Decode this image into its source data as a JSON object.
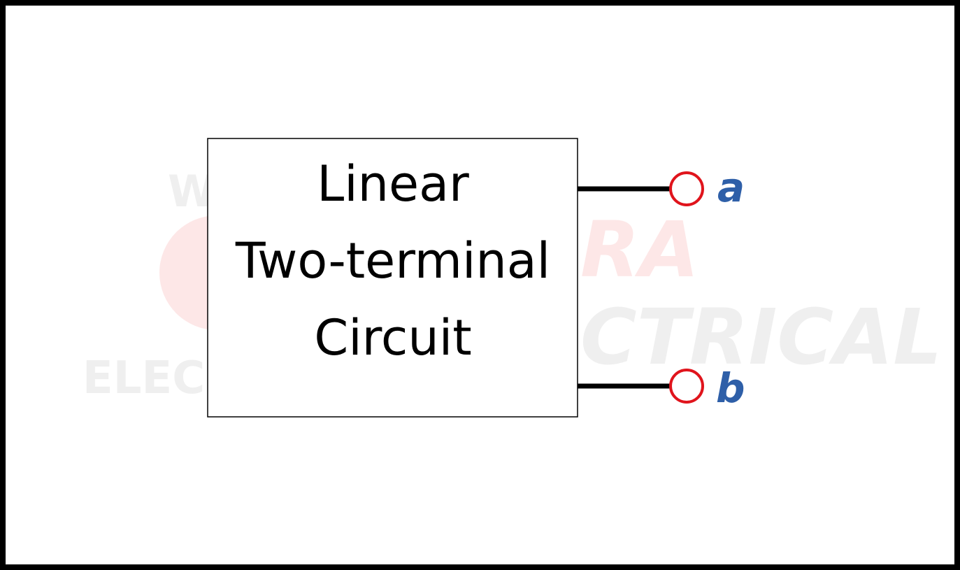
{
  "block": {
    "lines": [
      "Linear",
      "Two-terminal",
      "Circuit"
    ]
  },
  "terminals": [
    {
      "label": "a"
    },
    {
      "label": "b"
    }
  ],
  "watermark": {
    "line1": "WWW.ETECHRA",
    "line2": "ELECTRICAL"
  },
  "colors": {
    "frame": "#000000",
    "terminal_circle": "#e0141c",
    "terminal_label": "#2e5fa8",
    "wire": "#000000",
    "watermark": "#efefef",
    "watermark_accent": "#fde7e7"
  }
}
